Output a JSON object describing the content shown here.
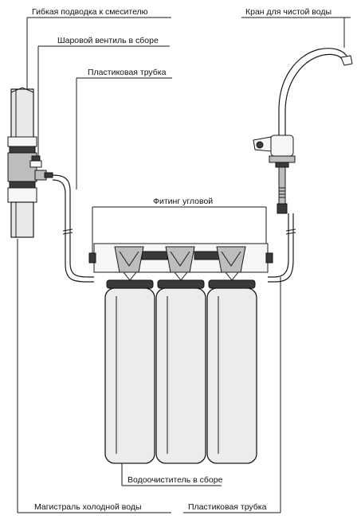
{
  "labels": {
    "flex_hose": "Гибкая подводка к смесителю",
    "ball_valve": "Шаровой вентиль в сборе",
    "plastic_tube_top": "Пластиковая трубка",
    "clean_water_tap": "Кран для чистой воды",
    "angle_fitting": "Фитинг угловой",
    "purifier_assembly": "Водоочиститель в сборе",
    "cold_water_main": "Магистраль холодной воды",
    "plastic_tube_bottom": "Пластиковая трубка"
  },
  "colors": {
    "line": "#1a1a1a",
    "housing_fill": "#ececec",
    "metal_dark": "#3a3a3a",
    "metal_mid": "#bdbdbd"
  }
}
